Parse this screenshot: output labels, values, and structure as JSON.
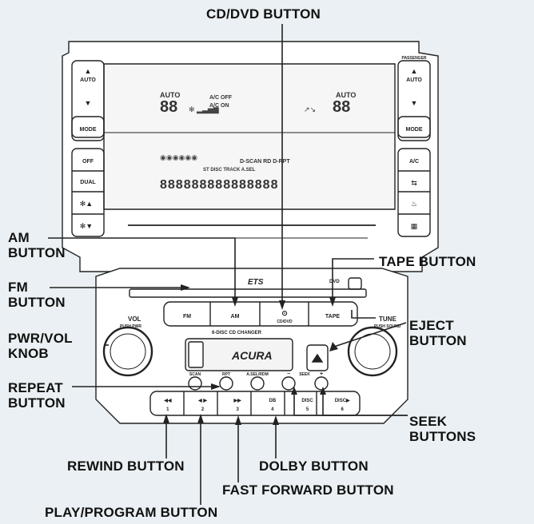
{
  "callouts": {
    "cd_dvd": "CD/DVD BUTTON",
    "am": [
      "AM",
      "BUTTON"
    ],
    "tape": "TAPE BUTTON",
    "fm": [
      "FM",
      "BUTTON"
    ],
    "eject": [
      "EJECT",
      "BUTTON"
    ],
    "pwr_vol": [
      "PWR/VOL",
      "KNOB"
    ],
    "repeat": [
      "REPEAT",
      "BUTTON"
    ],
    "seek": [
      "SEEK",
      "BUTTONS"
    ],
    "rewind": "REWIND BUTTON",
    "dolby": "DOLBY BUTTON",
    "fast_forward": "FAST FORWARD BUTTON",
    "play_program": "PLAY/PROGRAM BUTTON"
  },
  "panel": {
    "left_controls": [
      "AUTO",
      "MODE",
      "OFF",
      "DUAL"
    ],
    "right_controls": [
      "AUTO",
      "MODE",
      "A/C"
    ],
    "passenger": "PASSENGER",
    "display_top": {
      "left_temp": "88",
      "right_temp": "88",
      "left_auto": "AUTO",
      "right_auto": "AUTO",
      "ac_off": "A/C OFF",
      "ac_on": "A/C ON"
    },
    "display_audio": {
      "mode_line": "D-SCAN RD D-RPT",
      "segment_line": "888888888888888",
      "labels": "ST DISC TRACK A.SEL"
    },
    "vol_label": "VOL",
    "pwr_label": "PUSH PWR",
    "tune_label": "TUNE",
    "sound_label": "PUSH SOUND",
    "dvd_label": "DVD",
    "ets_logo": "ETS",
    "brand": "ACURA",
    "changer_label": "6-DISC CD CHANGER",
    "source_buttons": [
      "FM",
      "AM",
      "CD/DVD",
      "TAPE"
    ],
    "cd_icon": "⊙",
    "function_labels": [
      "SCAN",
      "RPT",
      "A.SEL/RDM",
      "SEEK"
    ],
    "seek_minus": "−",
    "seek_plus": "+",
    "preset_buttons": [
      {
        "symbol": "◀◀",
        "num": "1"
      },
      {
        "symbol": "◀ ▶",
        "num": "2"
      },
      {
        "symbol": "▶▶",
        "num": "3"
      },
      {
        "symbol": "DB",
        "num": "4"
      },
      {
        "symbol": "DISC",
        "num": "5"
      },
      {
        "symbol": "DISC▶",
        "num": "6"
      }
    ]
  },
  "colors": {
    "background": "#eaf0f3",
    "line": "#222222",
    "panel": "#ffffff"
  }
}
